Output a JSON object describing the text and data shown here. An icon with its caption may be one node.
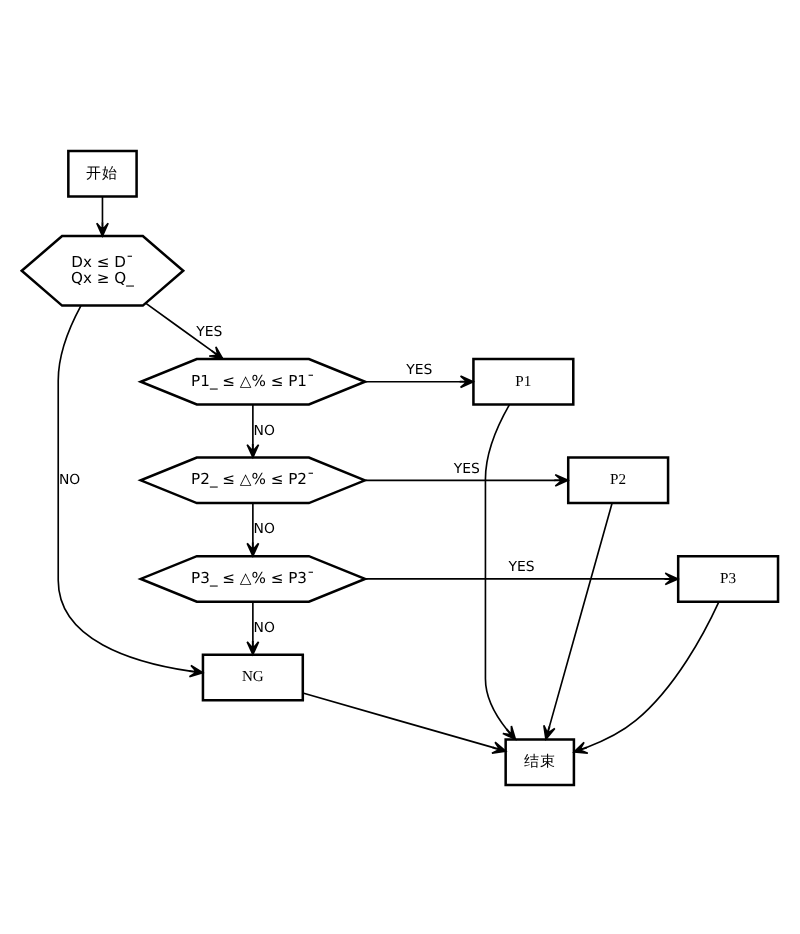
{
  "diagram": {
    "nodes": [
      {
        "text": [
          "开始"
        ]
      },
      {
        "text": [
          "Dx ≤ D¯",
          "Qx ≥ Q_"
        ]
      },
      {
        "text": [
          "P1_ ≤ △% ≤ P1¯"
        ]
      },
      {
        "text": [
          "P2_ ≤ △% ≤ P2¯"
        ]
      },
      {
        "text": [
          "P3_ ≤ △% ≤ P3¯"
        ]
      },
      {
        "text": [
          "P1"
        ]
      },
      {
        "text": [
          "P2"
        ]
      },
      {
        "text": [
          "P3"
        ]
      },
      {
        "text": [
          "NG"
        ]
      },
      {
        "text": [
          "结束"
        ]
      }
    ],
    "edges": [
      {
        "from": 0,
        "to": 1,
        "arrow": "to"
      },
      {
        "from": 1,
        "to": 2,
        "arrow": "to",
        "label": "YES"
      },
      {
        "from": 1,
        "to": 8,
        "arrow": "to",
        "label": "NO"
      },
      {
        "from": 2,
        "to": 5,
        "arrow": "to",
        "label": "YES"
      },
      {
        "from": 2,
        "to": 3,
        "arrow": "to",
        "label": "NO"
      },
      {
        "from": 3,
        "to": 6,
        "arrow": "to",
        "label": "YES"
      },
      {
        "from": 3,
        "to": 4,
        "arrow": "to",
        "label": "NO"
      },
      {
        "from": 4,
        "to": 7,
        "arrow": "to",
        "label": "YES"
      },
      {
        "from": 4,
        "to": 8,
        "arrow": "to",
        "label": "NO"
      },
      {
        "from": 5,
        "to": 9,
        "arrow": "to"
      },
      {
        "from": 6,
        "to": 9,
        "arrow": "to"
      },
      {
        "from": 7,
        "to": 9,
        "arrow": "to"
      },
      {
        "from": 8,
        "to": 9,
        "arrow": "to"
      }
    ]
  }
}
